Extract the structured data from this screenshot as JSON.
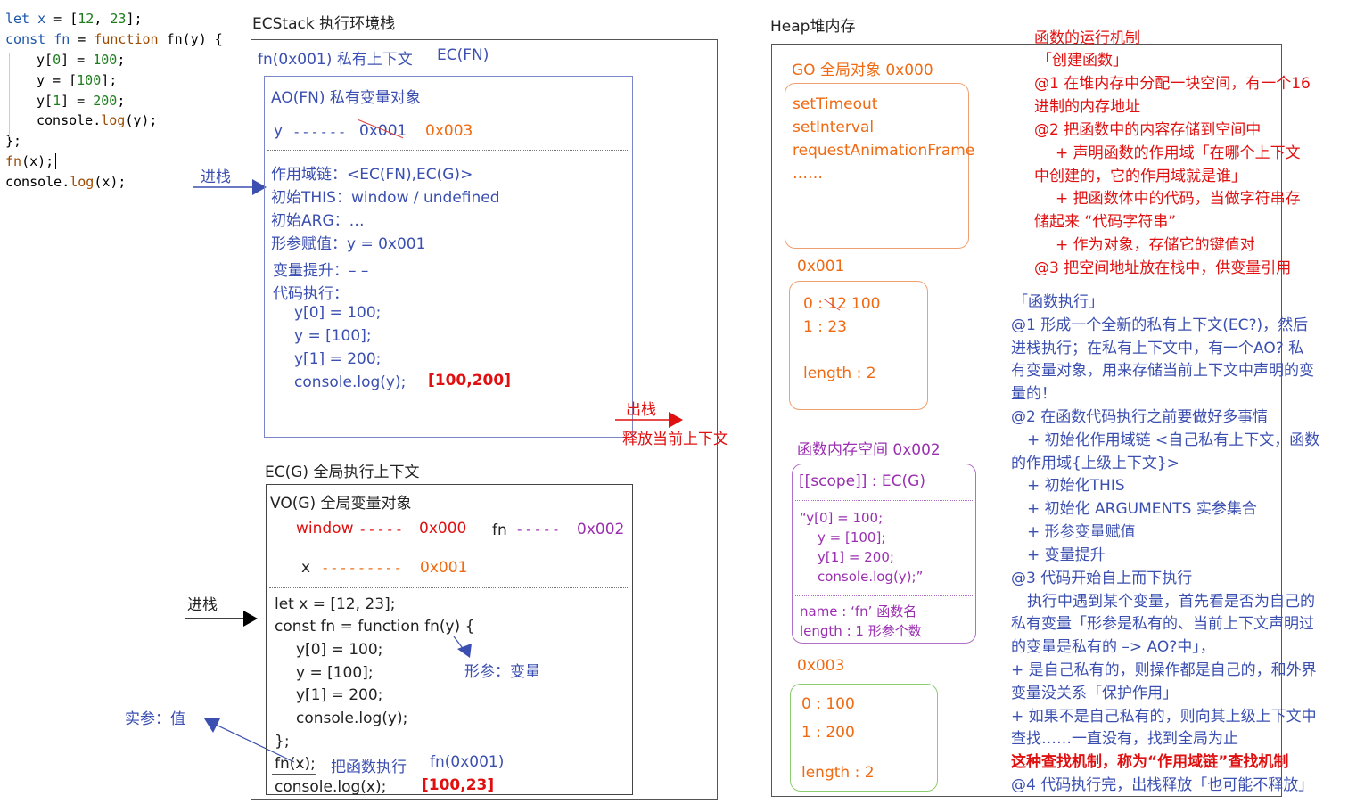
{
  "code": {
    "lines": [
      [
        "let x = [12, 23];"
      ],
      [
        "const fn = function fn(y) {"
      ],
      [
        "    y[0] = 100;"
      ],
      [
        "    y = [100];"
      ],
      [
        "    y[1] = 200;"
      ],
      [
        "    console.log(y);"
      ],
      [
        "};"
      ],
      [
        "fn(x);"
      ],
      [
        "console.log(x);"
      ]
    ]
  },
  "labels": {
    "push_left": "进栈",
    "push_mid": "进栈",
    "actual_param": "实参：值",
    "pop_title": "出栈",
    "pop_sub": "释放当前上下文"
  },
  "ecstack": {
    "title": "ECStack  执行环境栈",
    "fn_ec": {
      "title": "fn(0x001) 私有上下文",
      "title_right": "EC(FN)",
      "ao_title": "AO(FN) 私有变量对象",
      "var_y": "y",
      "var_y_dash": "- - - - - -",
      "var_y_old": "0x001",
      "var_y_new": "0x003",
      "scope_chain": "作用域链：<EC(FN),EC(G)>",
      "this": "初始THIS：window / undefined",
      "args": "初始ARG：…",
      "param": "形参赋值：y = 0x001",
      "hoist": "变量提升：– –",
      "exec": "代码执行：",
      "exec_lines": [
        "y[0] = 100;",
        "y = [100];",
        "y[1] = 200;",
        "console.log(y);"
      ],
      "result": "[100,200]"
    },
    "g_ec": {
      "title": "EC(G) 全局执行上下文",
      "vo_title": "VO(G) 全局变量对象",
      "window": "window",
      "window_dash": "- - - - -",
      "window_addr": "0x000",
      "fn": "fn",
      "fn_dash": "- - - - -",
      "fn_addr": "0x002",
      "x": "x",
      "x_dash": "- - - - - - - - -",
      "x_addr": "0x001",
      "code_lines": [
        "let x = [12, 23];",
        "const fn = function fn(y) {",
        "y[0] = 100;",
        "y = [100];",
        "y[1] = 200;",
        "console.log(y);",
        "};"
      ],
      "call": "fn(x);",
      "call_note": "把函数执行",
      "call_addr": "fn(0x001)",
      "log": "console.log(x);",
      "log_result": "[100,23]",
      "param_note": "形参：变量"
    }
  },
  "heap": {
    "title": "Heap堆内存",
    "go_title": "GO 全局对象   0x000",
    "go_items": [
      "setTimeout",
      "setInterval",
      "requestAnimationFrame",
      "……"
    ],
    "arr1_label": "0x001",
    "arr1_items": [
      "0 : 12",
      "100",
      "1 : 23",
      "length : 2"
    ],
    "fn_label": "函数内存空间   0x002",
    "fn_scope": "[[scope]] : EC(G)",
    "fn_code": [
      "“y[0] = 100;",
      "y = [100];",
      "y[1] = 200;",
      "console.log(y);”"
    ],
    "fn_name": "name : ‘fn’   函数名",
    "fn_length": "length : 1    形参个数",
    "arr3_label": "0x003",
    "arr3_items": [
      "0 : 100",
      "1 : 200",
      "length : 2"
    ]
  },
  "notes": {
    "mechanism_title": "函数的运行机制",
    "create_title": "「创建函数」",
    "create_lines": [
      "@1 在堆内存中分配一块空间，有一个16",
      "进制的内存地址",
      "@2 把函数中的内容存储到空间中",
      "+ 声明函数的作用域「在哪个上下文",
      "中创建的，它的作用域就是谁」",
      "+ 把函数体中的代码，当做字符串存",
      "储起来 “代码字符串”",
      "+ 作为对象，存储它的键值对",
      "@3 把空间地址放在栈中，供变量引用"
    ],
    "exec_title": "「函数执行」",
    "exec_lines": [
      "@1 形成一个全新的私有上下文(EC?)，然后",
      "进栈执行；在私有上下文中，有一个AO? 私",
      "有变量对象，用来存储当前上下文中声明的变",
      "量的！",
      "@2 在函数代码执行之前要做好多事情",
      "+ 初始化作用域链 <自己私有上下文，函数",
      "的作用域{上级上下文}>",
      "+ 初始化THIS",
      "+ 初始化 ARGUMENTS 实参集合",
      "+ 形参变量赋值",
      "+ 变量提升",
      "@3 代码开始自上而下执行",
      "执行中遇到某个变量，首先看是否为自己的",
      "私有变量「形参是私有的、当前上下文声明过",
      "的变量是私有的 –> AO?中」，",
      "+ 是自己私有的，则操作都是自己的，和外界",
      "变量没关系「保护作用」",
      "+ 如果不是自己私有的，则向其上级上下文中",
      "查找……一直没有，找到全局为止"
    ],
    "scope_chain_note": "这种查找机制，称为“作用域链”查找机制",
    "pop_note": "@4 代码执行完，出栈释放「也可能不释放」"
  }
}
